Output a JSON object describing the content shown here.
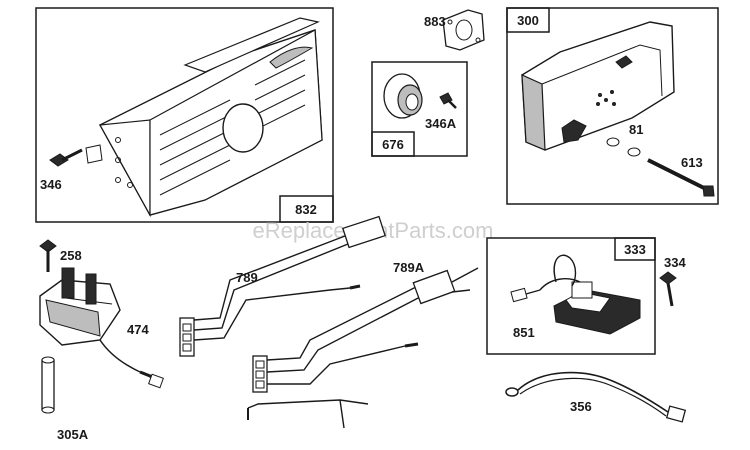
{
  "watermark": "eReplacementParts.com",
  "parts": {
    "p832": "832",
    "p346": "346",
    "p883": "883",
    "p676": "676",
    "p346A": "346A",
    "p300": "300",
    "p81": "81",
    "p613": "613",
    "p258": "258",
    "p474": "474",
    "p305A": "305A",
    "p789": "789",
    "p789A": "789A",
    "p333": "333",
    "p334": "334",
    "p851": "851",
    "p356": "356"
  }
}
